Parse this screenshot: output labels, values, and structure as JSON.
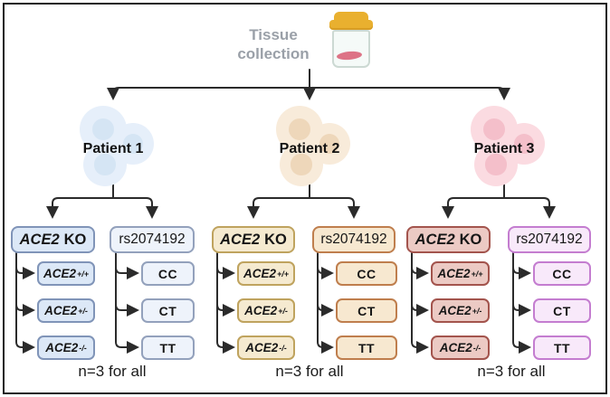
{
  "diagram": {
    "title_lines": [
      "Tissue",
      "collection"
    ],
    "icon": "specimen-jar-icon",
    "colors": {
      "line": "#2b2b2b",
      "title_text": "#9aa0a8",
      "jar_lid": "#e9b02f",
      "jar_sample": "#dd7386",
      "patient1": {
        "ko_fill": "#dce8f7",
        "ko_border": "#8094b8",
        "snp_fill": "#eef3fb",
        "snp_border": "#93a1bc",
        "cells": "#e6effa"
      },
      "patient2": {
        "ko_fill": "#f5ead0",
        "ko_border": "#bfa35e",
        "snp_fill": "#f7e8d0",
        "snp_border": "#bf7e4d",
        "cells": "#f8ebda"
      },
      "patient3": {
        "ko_fill": "#eccac4",
        "ko_border": "#a3544d",
        "snp_fill": "#f8e9fa",
        "snp_border": "#c47dd0",
        "cells": "#fbdbe1"
      }
    },
    "patients": [
      {
        "name": "Patient 1",
        "ko": {
          "gene": "ACE2",
          "label_suffix": "KO",
          "genotypes": [
            {
              "gene": "ACE2",
              "allele": "+/+"
            },
            {
              "gene": "ACE2",
              "allele": "+/-"
            },
            {
              "gene": "ACE2",
              "allele": "-/-"
            }
          ]
        },
        "snp": {
          "id": "rs2074192",
          "genotypes": [
            "CC",
            "CT",
            "TT"
          ]
        },
        "note": "n=3 for all"
      },
      {
        "name": "Patient 2",
        "ko": {
          "gene": "ACE2",
          "label_suffix": "KO",
          "genotypes": [
            {
              "gene": "ACE2",
              "allele": "+/+"
            },
            {
              "gene": "ACE2",
              "allele": "+/-"
            },
            {
              "gene": "ACE2",
              "allele": "-/-"
            }
          ]
        },
        "snp": {
          "id": "rs2074192",
          "genotypes": [
            "CC",
            "CT",
            "TT"
          ]
        },
        "note": "n=3 for all"
      },
      {
        "name": "Patient 3",
        "ko": {
          "gene": "ACE2",
          "label_suffix": "KO",
          "genotypes": [
            {
              "gene": "ACE2",
              "allele": "+/+"
            },
            {
              "gene": "ACE2",
              "allele": "+/-"
            },
            {
              "gene": "ACE2",
              "allele": "-/-"
            }
          ]
        },
        "snp": {
          "id": "rs2074192",
          "genotypes": [
            "CC",
            "CT",
            "TT"
          ]
        },
        "note": "n=3 for all"
      }
    ]
  }
}
